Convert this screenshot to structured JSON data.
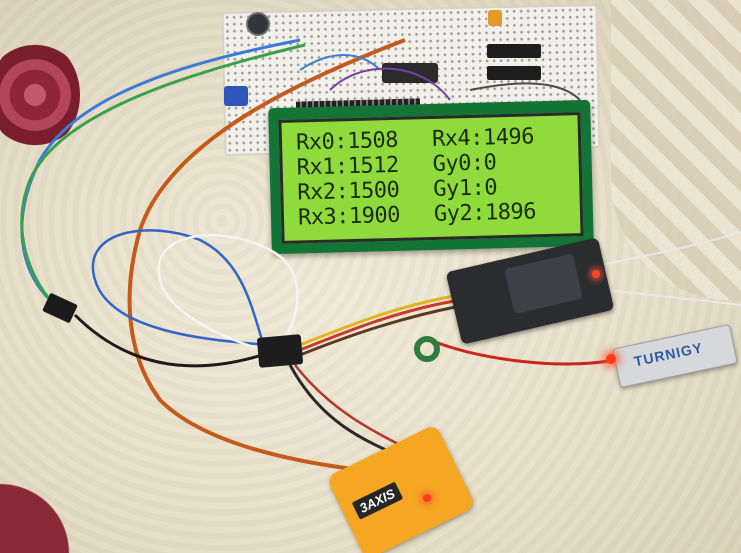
{
  "lcd": {
    "rows": [
      {
        "left": "Rx0:1508",
        "right": "Rx4:1496"
      },
      {
        "left": "Rx1:1512",
        "right": "Gy0:0"
      },
      {
        "left": "Rx2:1500",
        "right": "Gy1:0"
      },
      {
        "left": "Rx3:1900",
        "right": "Gy2:1896"
      }
    ]
  },
  "esc": {
    "label": "TURNIGY"
  },
  "flight_board": {
    "label": "3AXIS"
  },
  "colors": {
    "lcd_background": "#8fdb3b",
    "lcd_text": "#1c2a12",
    "pcb_green": "#137435",
    "flight_board": "#f5a623",
    "led": "#ff3a1a"
  }
}
